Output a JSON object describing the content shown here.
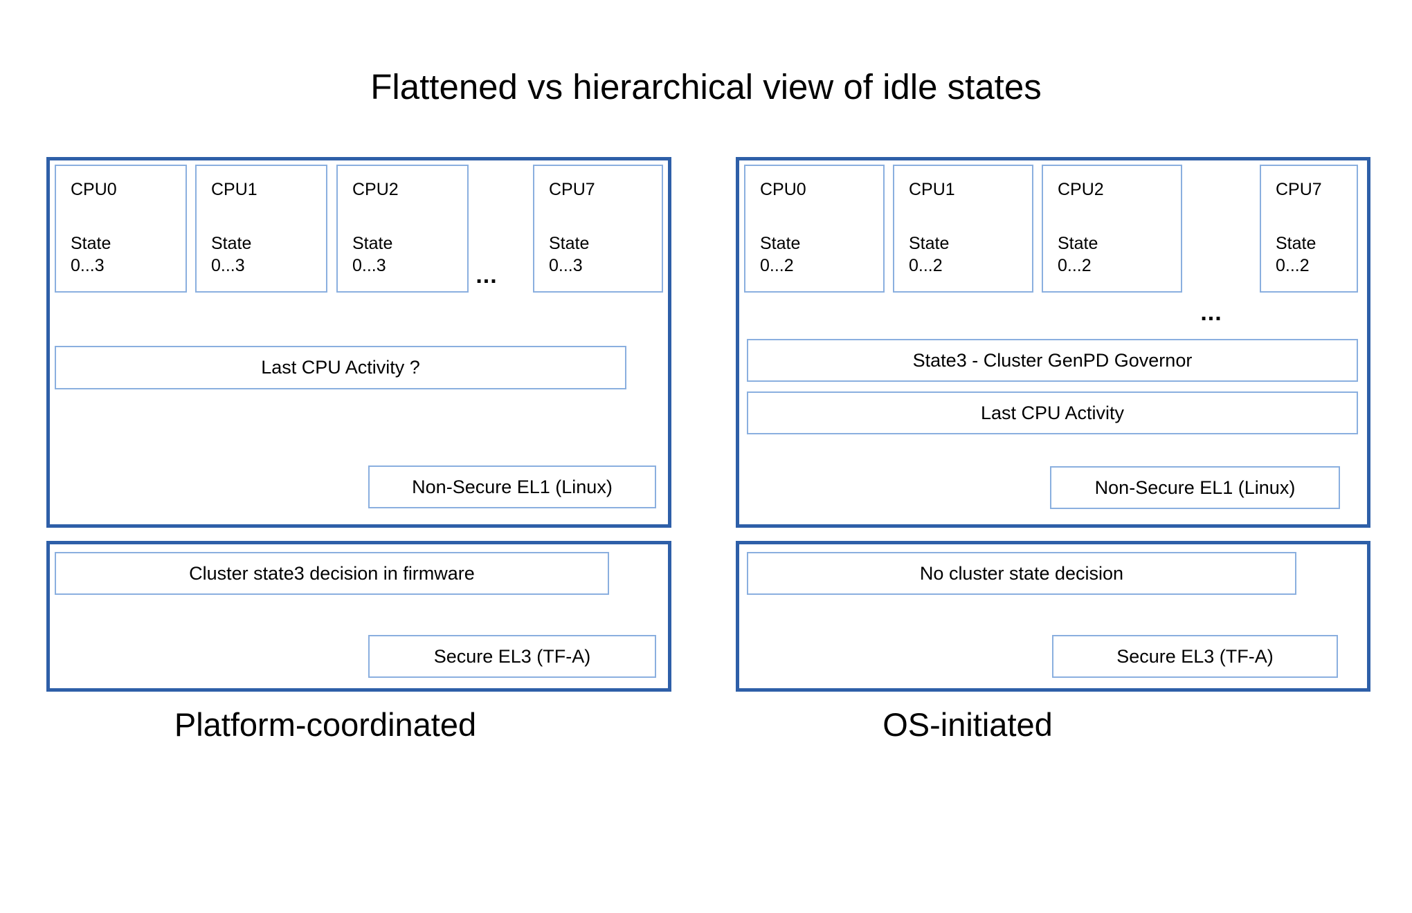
{
  "title": "Flattened vs hierarchical view of idle states",
  "colors": {
    "outer_border": "#2e5fa8",
    "inner_border": "#8aafdf"
  },
  "panels": [
    {
      "label": "Platform-coordinated",
      "ellipsis": "...",
      "cpus": [
        {
          "name": "CPU0",
          "state": "State\n0...3"
        },
        {
          "name": "CPU1",
          "state": "State\n0...3"
        },
        {
          "name": "CPU2",
          "state": "State\n0...3"
        },
        {
          "name": "CPU7",
          "state": "State\n0...3"
        }
      ],
      "activity_label": "Last CPU Activity ?",
      "el1_label": "Non-Secure EL1 (Linux)",
      "decision_label": "Cluster state3 decision in firmware",
      "el3_label": "Secure EL3 (TF-A)"
    },
    {
      "label": "OS-initiated",
      "ellipsis": "...",
      "cpus": [
        {
          "name": "CPU0",
          "state": "State\n0...2"
        },
        {
          "name": "CPU1",
          "state": "State\n0...2"
        },
        {
          "name": "CPU2",
          "state": "State\n0...2"
        },
        {
          "name": "CPU7",
          "state": "State\n0...2"
        }
      ],
      "governor_label": "State3 - Cluster GenPD Governor",
      "activity_label": "Last CPU Activity",
      "el1_label": "Non-Secure EL1 (Linux)",
      "decision_label": "No cluster state decision",
      "el3_label": "Secure EL3 (TF-A)"
    }
  ]
}
